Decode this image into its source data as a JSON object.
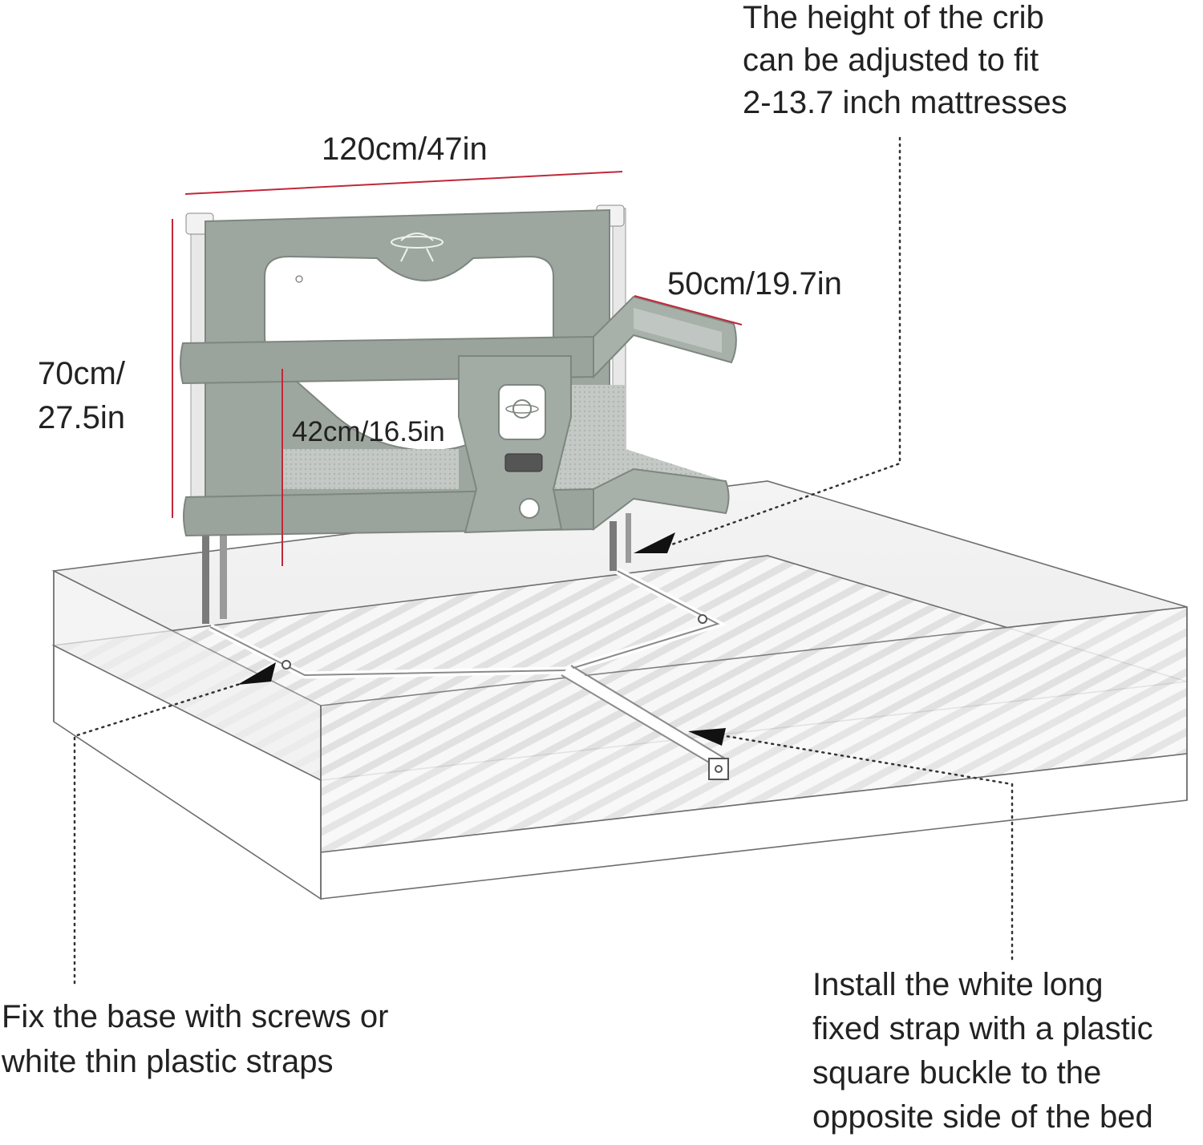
{
  "annotations": {
    "mattress_height_note": {
      "lines": [
        "The height of the crib",
        "can be adjusted to fit",
        "2-13.7 inch mattresses"
      ]
    },
    "width": "120cm/47in",
    "depth": "50cm/19.7in",
    "height": {
      "lines": [
        "70cm/",
        "27.5in"
      ]
    },
    "inner_height": "42cm/16.5in",
    "base_note": {
      "lines": [
        "Fix the base with screws or",
        "white thin plastic straps"
      ]
    },
    "strap_note": {
      "lines": [
        "Install the white long",
        "fixed strap with a plastic",
        "square buckle to the",
        "opposite side of the bed"
      ]
    }
  },
  "colors": {
    "dimension_line": "#c0283a",
    "crib_fabric": "#9aa39c",
    "crib_frame_light": "#b3bbb5",
    "mesh": "#c9ceca",
    "dotted_leader": "#333333"
  }
}
